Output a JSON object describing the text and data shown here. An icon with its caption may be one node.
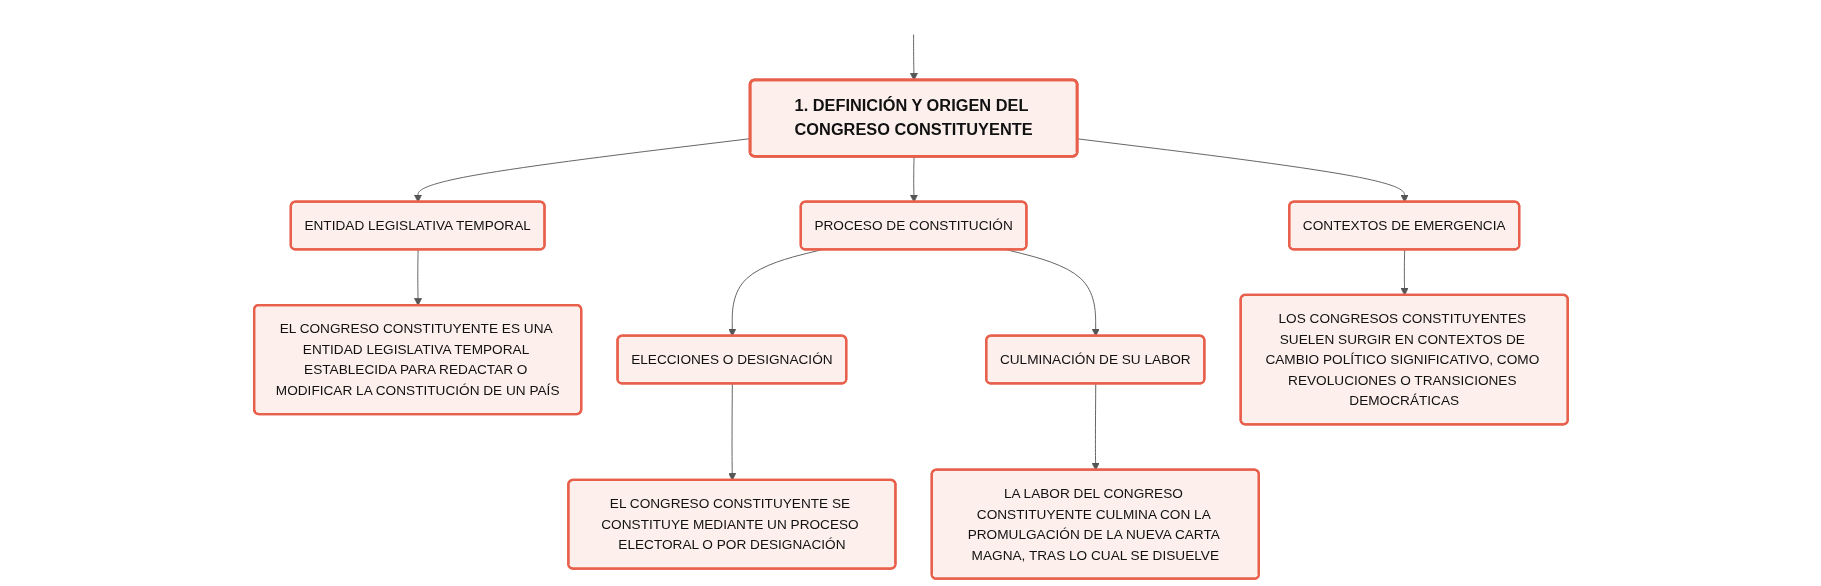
{
  "diagram": {
    "nodes": [
      {
        "text": [
          "1. DEFINICIÓN Y ORIGEN DEL CONGRESO CONSTITUYENTE"
        ]
      },
      {
        "text": [
          "ENTIDAD LEGISLATIVA TEMPORAL"
        ]
      },
      {
        "text": [
          "PROCESO DE CONSTITUCIÓN"
        ]
      },
      {
        "text": [
          "CONTEXTOS DE EMERGENCIA"
        ]
      },
      {
        "text": [
          "EL CONGRESO CONSTITUYENTE ES UNA ENTIDAD LEGISLATIVA TEMPORAL ESTABLECIDA PARA REDACTAR O MODIFICAR LA CONSTITUCIÓN DE UN PAÍS"
        ]
      },
      {
        "text": [
          "ELECCIONES O DESIGNACIÓN"
        ]
      },
      {
        "text": [
          "CULMINACIÓN DE SU LABOR"
        ]
      },
      {
        "text": [
          "EL CONGRESO CONSTITUYENTE SE CONSTITUYE MEDIANTE UN PROCESO ELECTORAL O POR DESIGNACIÓN"
        ]
      },
      {
        "text": [
          "LA LABOR DEL CONGRESO CONSTITUYENTE CULMINA CON LA PROMULGACIÓN DE LA NUEVA CARTA MAGNA, TRAS LO CUAL SE DISUELVE"
        ]
      },
      {
        "text": [
          "LOS CONGRESOS CONSTITUYENTES SUELEN SURGIR EN CONTEXTOS DE CAMBIO POLÍTICO SIGNIFICATIVO, COMO REVOLUCIONES O TRANSICIONES DEMOCRÁTICAS"
        ]
      }
    ],
    "edges": [
      {
        "from": null,
        "to": 0,
        "arrow": "to"
      },
      {
        "from": 0,
        "to": 1,
        "arrow": "to"
      },
      {
        "from": 0,
        "to": 2,
        "arrow": "to"
      },
      {
        "from": 0,
        "to": 3,
        "arrow": "to"
      },
      {
        "from": 1,
        "to": 4,
        "arrow": "to"
      },
      {
        "from": 2,
        "to": 5,
        "arrow": "to"
      },
      {
        "from": 2,
        "to": 6,
        "arrow": "to"
      },
      {
        "from": 5,
        "to": 7,
        "arrow": "to"
      },
      {
        "from": 6,
        "to": 8,
        "arrow": "to"
      },
      {
        "from": 3,
        "to": 9,
        "arrow": "to"
      }
    ]
  }
}
